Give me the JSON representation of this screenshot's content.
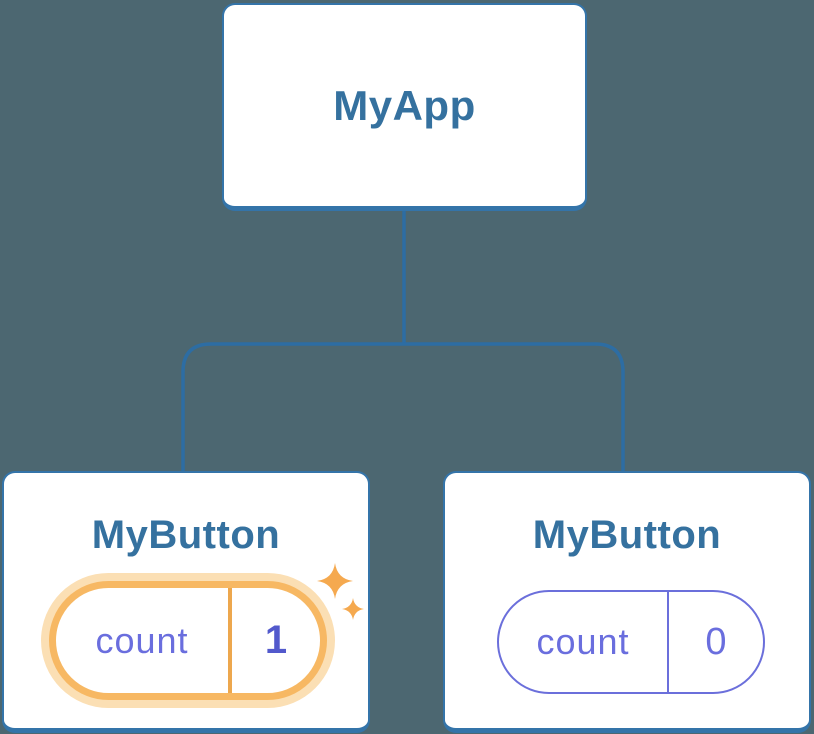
{
  "diagram": {
    "title": "component-state-tree",
    "root": {
      "label": "MyApp"
    },
    "children": [
      {
        "label": "MyButton",
        "highlighted": true,
        "pill": {
          "key": "count",
          "value": "1"
        }
      },
      {
        "label": "MyButton",
        "highlighted": false,
        "pill": {
          "key": "count",
          "value": "0"
        }
      }
    ]
  },
  "colors": {
    "background": "#4c6771",
    "node_fill": "#ffffff",
    "node_border": "#3474a9",
    "node_title_text": "#35719f",
    "connector_line": "#2d6da3",
    "pill_purple": "#6b6fdb",
    "pill_key_text": "#6a6ede",
    "pill_value_highlight_text": "#5259cc",
    "highlight_ring": "#f7b863",
    "highlight_halo": "#fbdfb4",
    "highlight_divider": "#eda74d",
    "sparkle": "#f5a94f"
  }
}
